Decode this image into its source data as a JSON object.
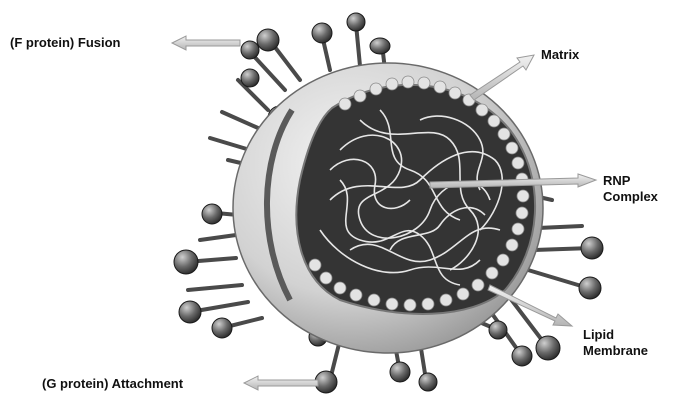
{
  "labels": {
    "fusion": "(F protein) Fusion",
    "matrix": "Matrix",
    "rnp_line1": "RNP",
    "rnp_line2": "Complex",
    "lipid_line1": "Lipid",
    "lipid_line2": "Membrane",
    "attachment": "(G protein) Attachment"
  },
  "colors": {
    "background": "#ffffff",
    "envelope": "#d4d4d4",
    "interior": "#3a3a3a",
    "rnp_strands": "#e6e6e6",
    "spikes": "#555555",
    "arrows": "#cfcfcf"
  }
}
